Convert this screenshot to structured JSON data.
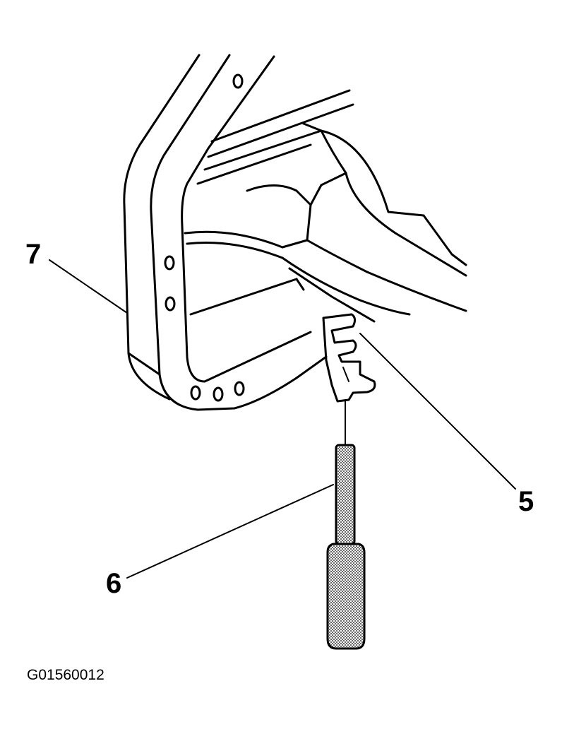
{
  "callouts": {
    "part_5": "5",
    "part_6": "6",
    "part_7": "7"
  },
  "figure_id": "G01560012",
  "colors": {
    "ink": "#000000",
    "background": "#ffffff"
  }
}
